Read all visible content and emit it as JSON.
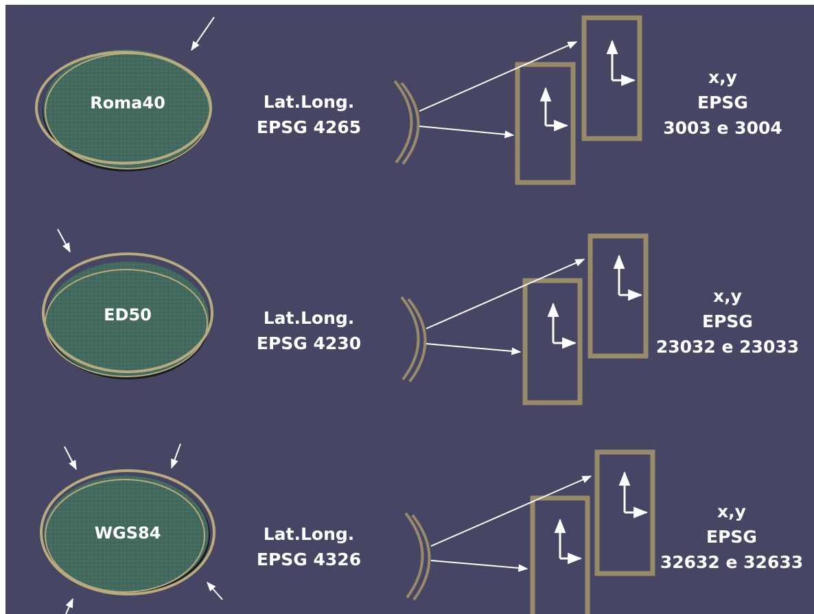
{
  "rows": [
    {
      "datum": "Roma40",
      "geographic": {
        "line1": "Lat.Long.",
        "line2": "EPSG 4265"
      },
      "projected": {
        "line1": "x,y",
        "line2": "EPSG",
        "line3": "3003 e 3004"
      }
    },
    {
      "datum": "ED50",
      "geographic": {
        "line1": "Lat.Long.",
        "line2": "EPSG 4230"
      },
      "projected": {
        "line1": "x,y",
        "line2": "EPSG",
        "line3": "23032 e 23033"
      }
    },
    {
      "datum": "WGS84",
      "geographic": {
        "line1": "Lat.Long.",
        "line2": "EPSG 4326"
      },
      "projected": {
        "line1": "x,y",
        "line2": "EPSG",
        "line3": "32632 e 32633"
      }
    }
  ],
  "colors": {
    "background": "#464563",
    "ellipsoid_fill": "#41675d",
    "ellipsoid_outline": "#b9ab80",
    "frame": "#9a8a6c",
    "text": "#ffffff"
  }
}
